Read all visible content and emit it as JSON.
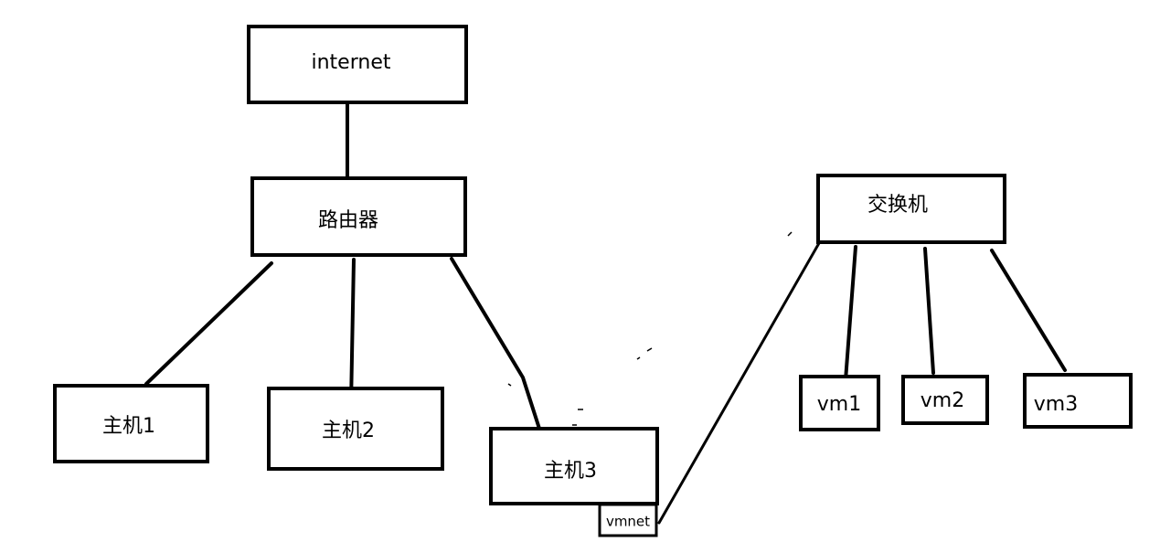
{
  "diagram": {
    "nodes": {
      "internet": "internet",
      "router": "路由器",
      "host1": "主机1",
      "host2": "主机2",
      "host3": "主机3",
      "vmnet": "vmnet",
      "switch": "交换机",
      "vm1": "vm1",
      "vm2": "vm2",
      "vm3": "vm3"
    },
    "links": [
      [
        "internet",
        "router"
      ],
      [
        "router",
        "host1"
      ],
      [
        "router",
        "host2"
      ],
      [
        "router",
        "host3"
      ],
      [
        "vmnet",
        "switch"
      ],
      [
        "switch",
        "vm1"
      ],
      [
        "switch",
        "vm2"
      ],
      [
        "switch",
        "vm3"
      ]
    ]
  }
}
